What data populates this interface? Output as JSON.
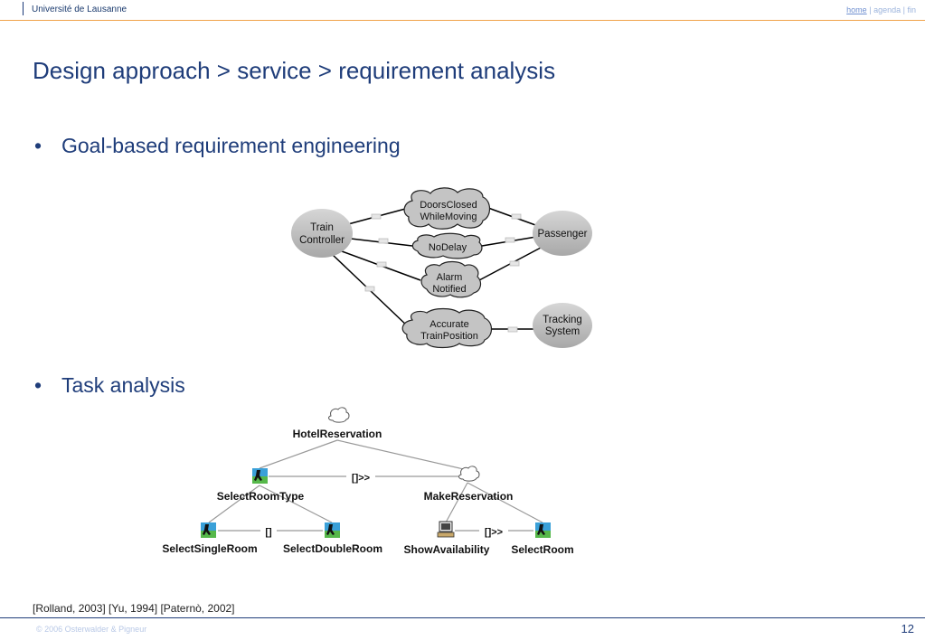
{
  "header": {
    "university": "Université de Lausanne",
    "nav": {
      "home": "home",
      "sep1": "|",
      "agenda": "agenda",
      "sep2": "|",
      "fin": "fin"
    }
  },
  "slide": {
    "title": "Design approach > service > requirement analysis",
    "bullets": [
      {
        "marker": "•",
        "text": "Goal-based requirement engineering"
      },
      {
        "marker": "•",
        "text": "Task analysis"
      }
    ],
    "reference": "[Rolland, 2003] [Yu, 1994] [Paternò, 2002]"
  },
  "goal_diagram": {
    "actors": [
      {
        "line1": "Train",
        "line2": "Controller"
      },
      {
        "line1": "Passenger",
        "line2": ""
      },
      {
        "line1": "Tracking",
        "line2": "System"
      }
    ],
    "goals": [
      {
        "line1": "DoorsClosed",
        "line2": "WhileMoving"
      },
      {
        "line1": "NoDelay",
        "line2": ""
      },
      {
        "line1": "Alarm",
        "line2": "Notified"
      },
      {
        "line1": "Accurate",
        "line2": "TrainPosition"
      }
    ]
  },
  "task_tree": {
    "root": "HotelReservation",
    "level1": [
      "SelectRoomType",
      "MakeReservation"
    ],
    "level2": [
      "SelectSingleRoom",
      "SelectDoubleRoom",
      "ShowAvailability",
      "SelectRoom"
    ],
    "operators": [
      "[]>>",
      "[]",
      "[]>>"
    ]
  },
  "footer": {
    "copyright": "© 2006  Osterwalder & Pigneur",
    "page": "12"
  }
}
